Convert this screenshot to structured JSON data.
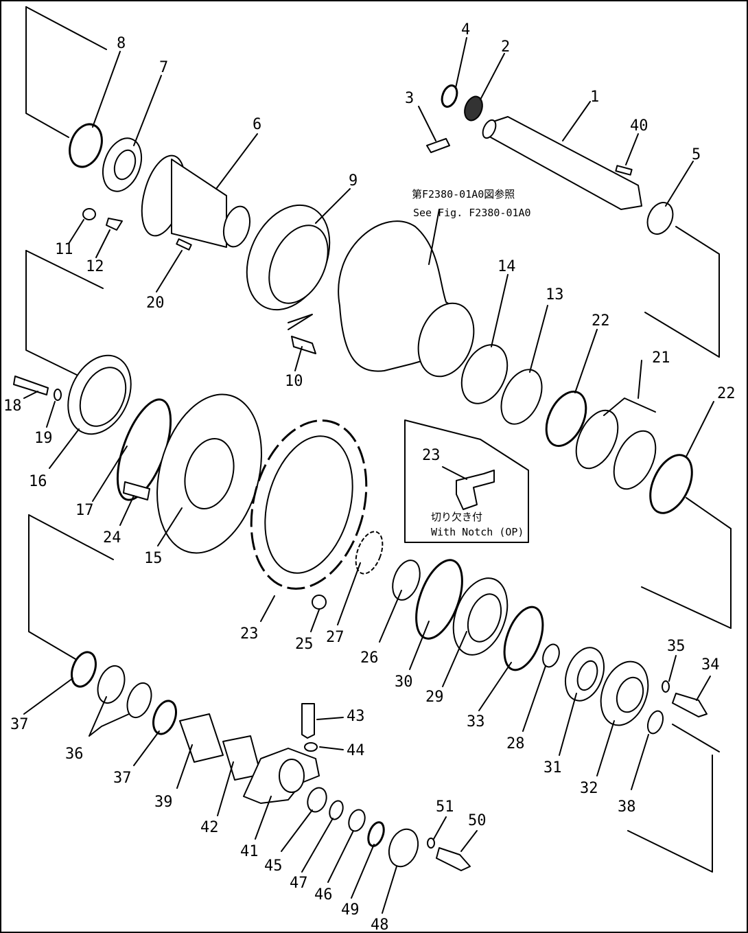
{
  "reference_note": {
    "jp": "第F2380-01A0図参照",
    "en": "See Fig. F2380-01A0"
  },
  "inset": {
    "part": "23",
    "jp": "切り欠き付",
    "en": "With Notch (OP)"
  },
  "callouts": {
    "c1": "1",
    "c2": "2",
    "c3": "3",
    "c4": "4",
    "c5": "5",
    "c6": "6",
    "c7": "7",
    "c8": "8",
    "c9": "9",
    "c10": "10",
    "c11": "11",
    "c12": "12",
    "c13": "13",
    "c14": "14",
    "c15": "15",
    "c16": "16",
    "c17": "17",
    "c18": "18",
    "c19": "19",
    "c20": "20",
    "c21": "21",
    "c22a": "22",
    "c22b": "22",
    "c23": "23",
    "c24": "24",
    "c25": "25",
    "c26": "26",
    "c27": "27",
    "c28": "28",
    "c29": "29",
    "c30": "30",
    "c31": "31",
    "c32": "32",
    "c33": "33",
    "c34": "34",
    "c35": "35",
    "c36": "36",
    "c37a": "37",
    "c37b": "37",
    "c38": "38",
    "c39": "39",
    "c40": "40",
    "c41": "41",
    "c42": "42",
    "c43": "43",
    "c44": "44",
    "c45": "45",
    "c46": "46",
    "c47": "47",
    "c48": "48",
    "c49": "49",
    "c50": "50",
    "c51": "51"
  }
}
